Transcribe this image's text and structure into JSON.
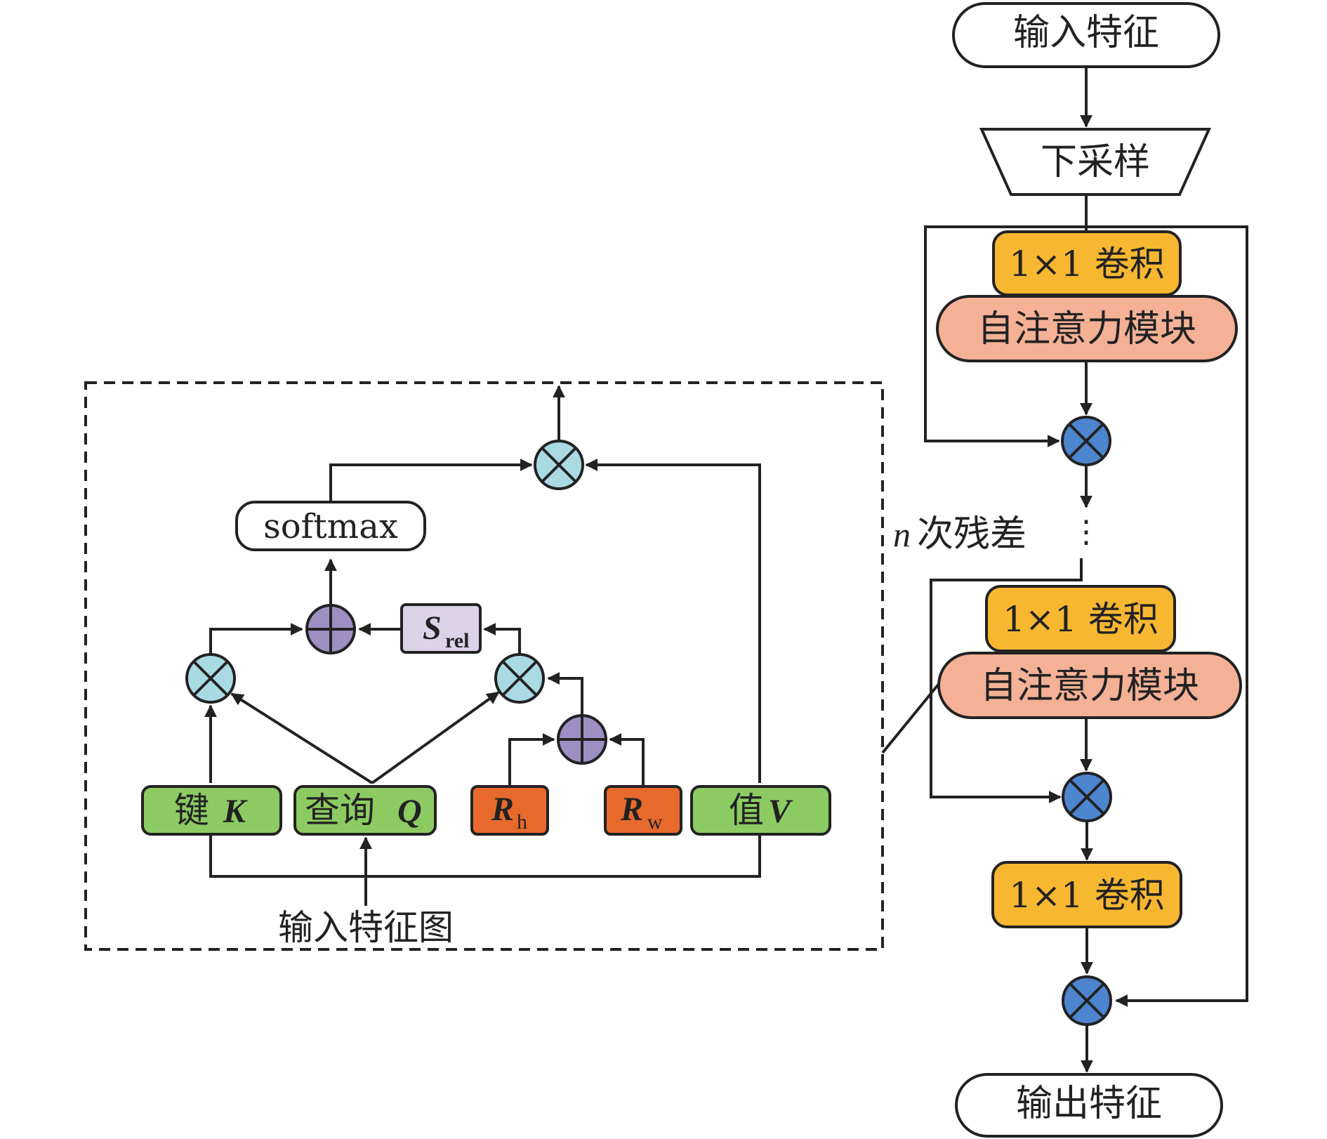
{
  "flow": {
    "input_feature": "输入特征",
    "downsample": "下采样",
    "conv1_label": "1×1 卷积",
    "attn1_label": "自注意力模块",
    "n_italic": "n",
    "residual_label": "次残差",
    "dots": "⋮",
    "conv2_label": "1×1 卷积",
    "attn2_label": "自注意力模块",
    "conv3_label": "1×1 卷积",
    "output_feature": "输出特征"
  },
  "detail": {
    "softmax": "softmax",
    "srel_main": "S",
    "srel_sub": "rel",
    "key_cn": "键",
    "key_sym": "K",
    "query_cn": "查询",
    "query_sym": "Q",
    "rh_main": "R",
    "rh_sub": "h",
    "rw_main": "R",
    "rw_sub": "w",
    "value_cn": "值",
    "value_sym": "V",
    "input_map": "输入特征图"
  },
  "colors": {
    "conv": "#f7b731",
    "attention": "#f4b196",
    "kqv": "#8ccb62",
    "rel": "#e7692c",
    "srel": "#dcd3e8",
    "mult_blue": "#4d85cf",
    "mult_light": "#a9dae4",
    "add_purple": "#9e8fc3"
  }
}
